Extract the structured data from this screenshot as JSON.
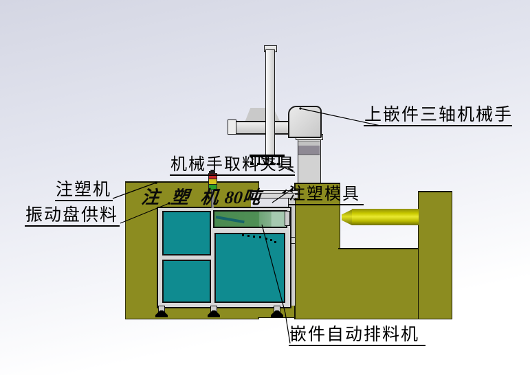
{
  "diagram": {
    "callouts": {
      "robot": "上嵌件三轴机械手",
      "gripper": "机械手取料夹具",
      "machine": "注塑机",
      "feeder": "振动盘供料",
      "mold": "注塑模具",
      "inserter": "嵌件自动排料机"
    },
    "machine_marking": {
      "char1": "注",
      "char2": "塑",
      "char3": "机",
      "tonnage": "80吨"
    },
    "colors": {
      "machine_body_olive": "#8c8c20",
      "panel_teal": "#0f8b90",
      "window_green": "#4a8a50",
      "nozzle_yellow": "#d8d800",
      "robot_gray": "#d6d6d6",
      "column_band_gray": "#8e8994",
      "tower_light_red": "#c62828",
      "tower_light_yellow": "#d4c11a",
      "tower_light_green": "#2a9e2a",
      "callout_text": "#000000"
    }
  }
}
